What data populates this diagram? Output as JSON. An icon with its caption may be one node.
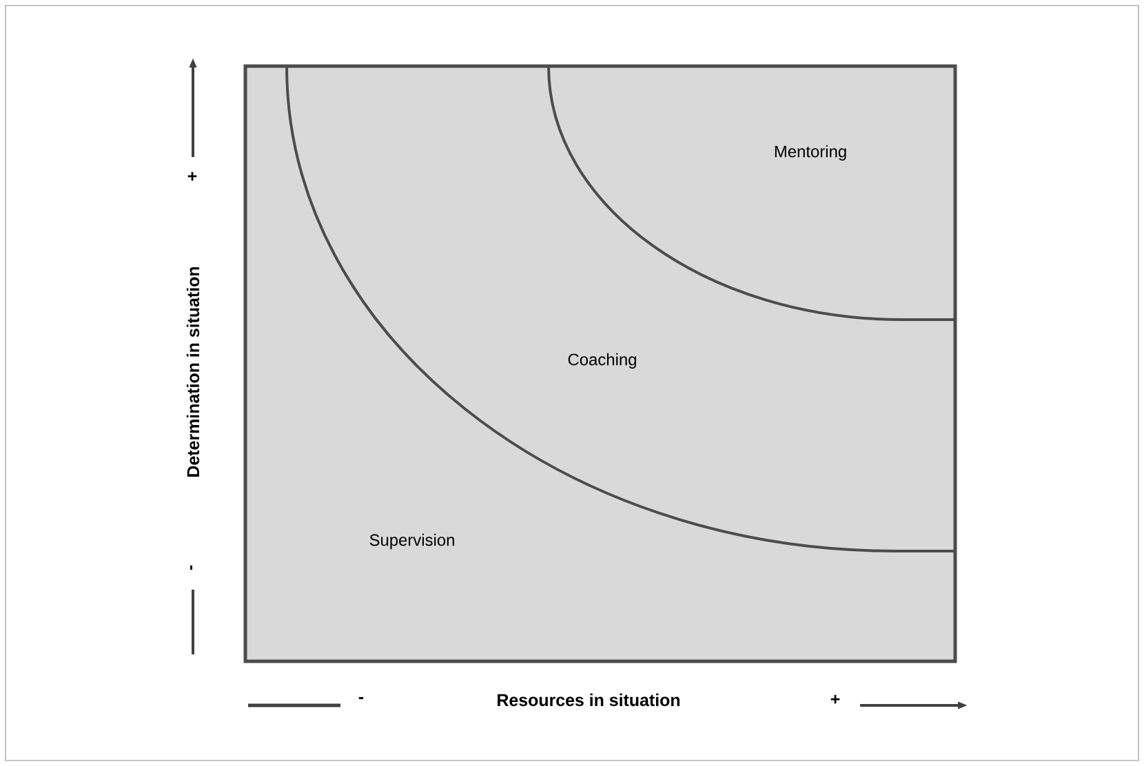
{
  "diagram": {
    "labels": [
      "+",
      "Determination in situation",
      "-",
      "Mentoring",
      "Coaching",
      "Supervision",
      "-",
      "Resources in situation",
      "+"
    ]
  }
}
